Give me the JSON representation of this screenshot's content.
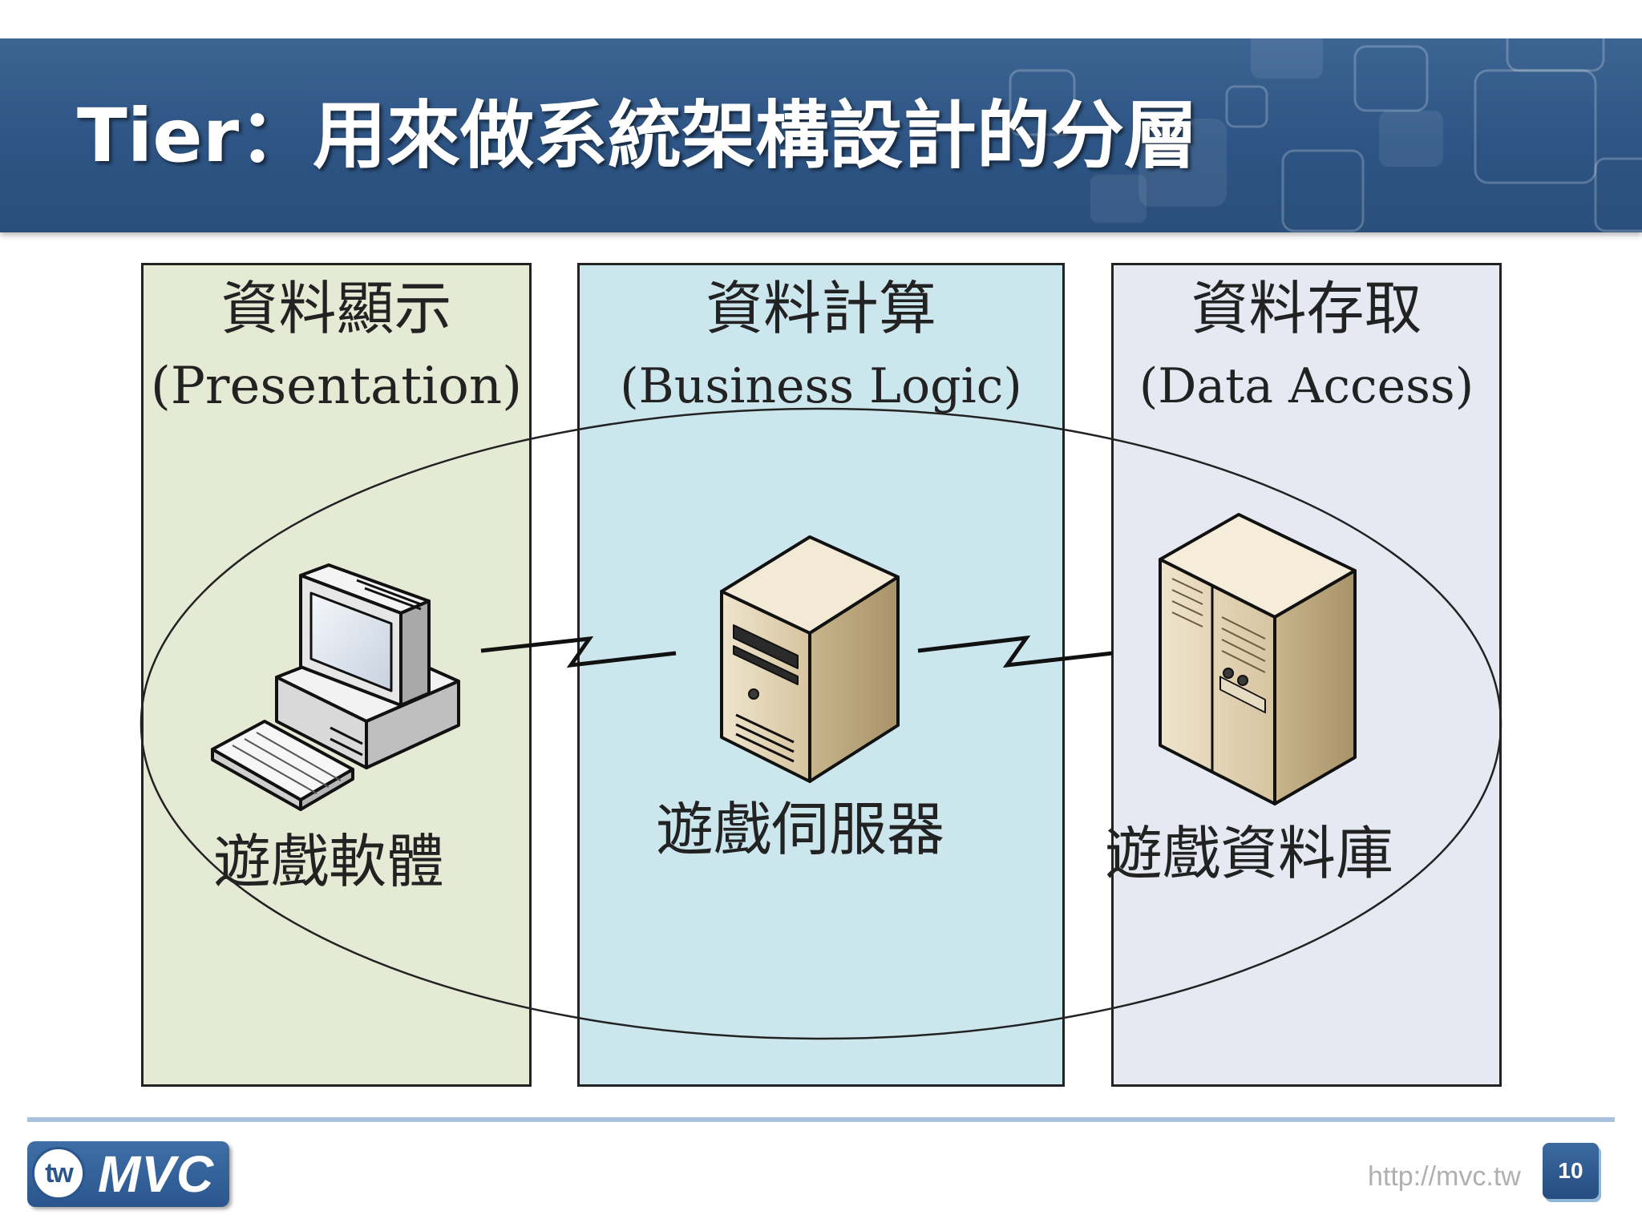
{
  "slide": {
    "title": "Tier：用來做系統架構設計的分層",
    "page_number": "10",
    "footer_url": "http://mvc.tw"
  },
  "logo": {
    "badge": "tw",
    "text": "MVC"
  },
  "tiers": [
    {
      "title_zh": "資料顯示",
      "title_en": "(Presentation)",
      "node_label": "遊戲軟體",
      "node_icon": "desktop-computer-icon",
      "color": "#e5ead4"
    },
    {
      "title_zh": "資料計算",
      "title_en": "(Business Logic)",
      "node_label": "遊戲伺服器",
      "node_icon": "server-icon",
      "color": "#cce6ee"
    },
    {
      "title_zh": "資料存取",
      "title_en": "(Data Access)",
      "node_label": "遊戲資料庫",
      "node_icon": "database-server-icon",
      "color": "#e6e8f2"
    }
  ],
  "colors": {
    "banner": "#2d5484",
    "footer_line": "#a9c3de"
  }
}
